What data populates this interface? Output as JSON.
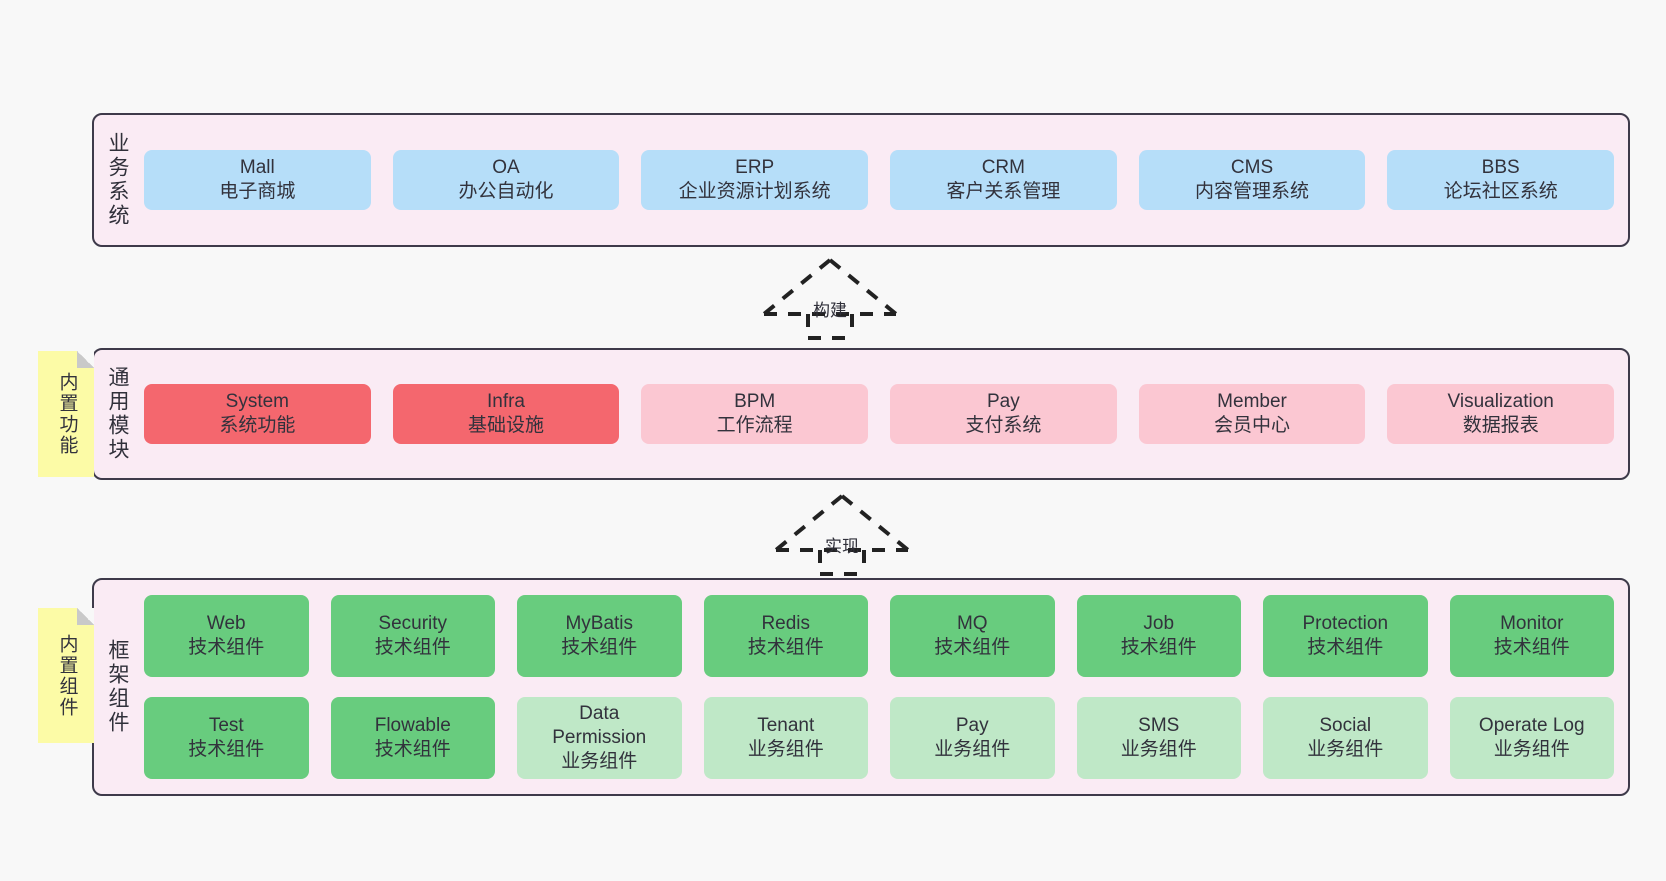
{
  "diagram": {
    "background_color": "#F8F8F8",
    "layer_bg_color": "#FAEBF4",
    "layer_border_color": "#3E3A4A",
    "sticky_color": "#FCFBA6"
  },
  "layers": [
    {
      "id": "business-systems",
      "label": "业务系统",
      "sticky": null,
      "rows": [
        {
          "cards": [
            {
              "title": "Mall",
              "subtitle": "电子商城",
              "color": "#B6DEF9",
              "tone": "blue"
            },
            {
              "title": "OA",
              "subtitle": "办公自动化",
              "color": "#B6DEF9",
              "tone": "blue"
            },
            {
              "title": "ERP",
              "subtitle": "企业资源计划系统",
              "color": "#B6DEF9",
              "tone": "blue"
            },
            {
              "title": "CRM",
              "subtitle": "客户关系管理",
              "color": "#B6DEF9",
              "tone": "blue"
            },
            {
              "title": "CMS",
              "subtitle": "内容管理系统",
              "color": "#B6DEF9",
              "tone": "blue"
            },
            {
              "title": "BBS",
              "subtitle": "论坛社区系统",
              "color": "#B6DEF9",
              "tone": "blue"
            }
          ]
        }
      ]
    },
    {
      "id": "common-modules",
      "label": "通用模块",
      "sticky": "内置功能",
      "rows": [
        {
          "cards": [
            {
              "title": "System",
              "subtitle": "系统功能",
              "color": "#F4676E",
              "tone": "red"
            },
            {
              "title": "Infra",
              "subtitle": "基础设施",
              "color": "#F4676E",
              "tone": "red"
            },
            {
              "title": "BPM",
              "subtitle": "工作流程",
              "color": "#FBC7D2",
              "tone": "pink"
            },
            {
              "title": "Pay",
              "subtitle": "支付系统",
              "color": "#FBC7D2",
              "tone": "pink"
            },
            {
              "title": "Member",
              "subtitle": "会员中心",
              "color": "#FBC7D2",
              "tone": "pink"
            },
            {
              "title": "Visualization",
              "subtitle": "数据报表",
              "color": "#FBC7D2",
              "tone": "pink"
            }
          ]
        }
      ]
    },
    {
      "id": "framework-components",
      "label": "框架组件",
      "sticky": "内置组件",
      "rows": [
        {
          "cards": [
            {
              "title": "Web",
              "subtitle": "技术组件",
              "color": "#68CC7E",
              "tone": "green"
            },
            {
              "title": "Security",
              "subtitle": "技术组件",
              "color": "#68CC7E",
              "tone": "green"
            },
            {
              "title": "MyBatis",
              "subtitle": "技术组件",
              "color": "#68CC7E",
              "tone": "green"
            },
            {
              "title": "Redis",
              "subtitle": "技术组件",
              "color": "#68CC7E",
              "tone": "green"
            },
            {
              "title": "MQ",
              "subtitle": "技术组件",
              "color": "#68CC7E",
              "tone": "green"
            },
            {
              "title": "Job",
              "subtitle": "技术组件",
              "color": "#68CC7E",
              "tone": "green"
            },
            {
              "title": "Protection",
              "subtitle": "技术组件",
              "color": "#68CC7E",
              "tone": "green"
            },
            {
              "title": "Monitor",
              "subtitle": "技术组件",
              "color": "#68CC7E",
              "tone": "green"
            }
          ]
        },
        {
          "cards": [
            {
              "title": "Test",
              "subtitle": "技术组件",
              "color": "#68CC7E",
              "tone": "green"
            },
            {
              "title": "Flowable",
              "subtitle": "技术组件",
              "color": "#68CC7E",
              "tone": "green"
            },
            {
              "title": "Data Permission",
              "subtitle": "业务组件",
              "color": "#BFE8C7",
              "tone": "lgreen"
            },
            {
              "title": "Tenant",
              "subtitle": "业务组件",
              "color": "#BFE8C7",
              "tone": "lgreen"
            },
            {
              "title": "Pay",
              "subtitle": "业务组件",
              "color": "#BFE8C7",
              "tone": "lgreen"
            },
            {
              "title": "SMS",
              "subtitle": "业务组件",
              "color": "#BFE8C7",
              "tone": "lgreen"
            },
            {
              "title": "Social",
              "subtitle": "业务组件",
              "color": "#BFE8C7",
              "tone": "lgreen"
            },
            {
              "title": "Operate Log",
              "subtitle": "业务组件",
              "color": "#BFE8C7",
              "tone": "lgreen"
            }
          ]
        }
      ]
    }
  ],
  "connectors": [
    {
      "id": "build",
      "label": "构建",
      "from": "common-modules",
      "to": "business-systems",
      "style": "dashed-generalization"
    },
    {
      "id": "implement",
      "label": "实现",
      "from": "framework-components",
      "to": "common-modules",
      "style": "dashed-generalization"
    }
  ]
}
